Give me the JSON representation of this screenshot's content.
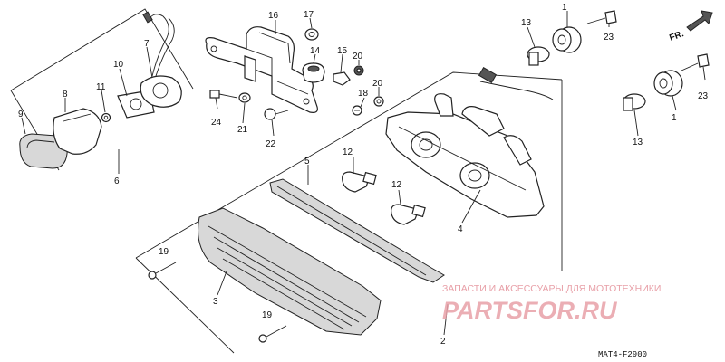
{
  "direction_label": "FR.",
  "part_numbers": {
    "n1a": "1",
    "n1b": "1",
    "n2": "2",
    "n3": "3",
    "n4": "4",
    "n5": "5",
    "n6": "6",
    "n7": "7",
    "n8": "8",
    "n9": "9",
    "n10": "10",
    "n11": "11",
    "n12a": "12",
    "n12b": "12",
    "n13a": "13",
    "n13b": "13",
    "n14": "14",
    "n15": "15",
    "n16": "16",
    "n17": "17",
    "n18": "18",
    "n19a": "19",
    "n19b": "19",
    "n20a": "20",
    "n20b": "20",
    "n21": "21",
    "n22": "22",
    "n23a": "23",
    "n23b": "23",
    "n24": "24"
  },
  "watermark": {
    "caption": "ЗАПАСТИ И АКСЕССУАРЫ ДЛЯ МОТОТЕХНИКИ",
    "logo_text": "PARTSFOR.RU",
    "color": "#e8a0a8"
  },
  "diagram_code": "MAT4-F2900"
}
